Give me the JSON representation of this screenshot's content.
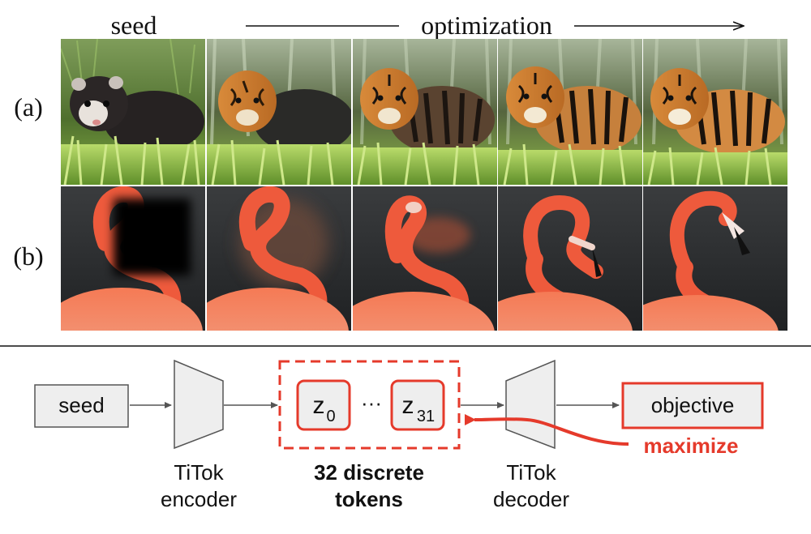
{
  "header": {
    "seed_label": "seed",
    "optimization_label": "optimization"
  },
  "rows": [
    {
      "label": "(a)",
      "description": "ferret-to-tiger",
      "frames": [
        "ferret",
        "tiger-blend-1",
        "tiger-blend-2",
        "tiger-blend-3",
        "tiger"
      ]
    },
    {
      "label": "(b)",
      "description": "masked-flamingo",
      "frames": [
        "flamingo-masked",
        "flamingo-blur",
        "flamingo-partial",
        "flamingo-head",
        "flamingo-full"
      ]
    }
  ],
  "pipeline": {
    "seed_box": "seed",
    "encoder_label_line1": "TiTok",
    "encoder_label_line2": "encoder",
    "token_first_base": "z",
    "token_first_sub": "0",
    "token_dots": "···",
    "token_last_base": "z",
    "token_last_sub": "31",
    "tokens_label_line1": "32 discrete",
    "tokens_label_line2": "tokens",
    "decoder_label_line1": "TiTok",
    "decoder_label_line2": "decoder",
    "objective_box": "objective",
    "maximize_label": "maximize"
  },
  "colors": {
    "accent_red": "#e53a2b",
    "box_fill": "#eeeeee",
    "box_stroke": "#555555",
    "arrow": "#555555",
    "grass": "#6f9a3a",
    "flamingo": "#ee5a3c",
    "dark_bg": "#2e3033"
  }
}
